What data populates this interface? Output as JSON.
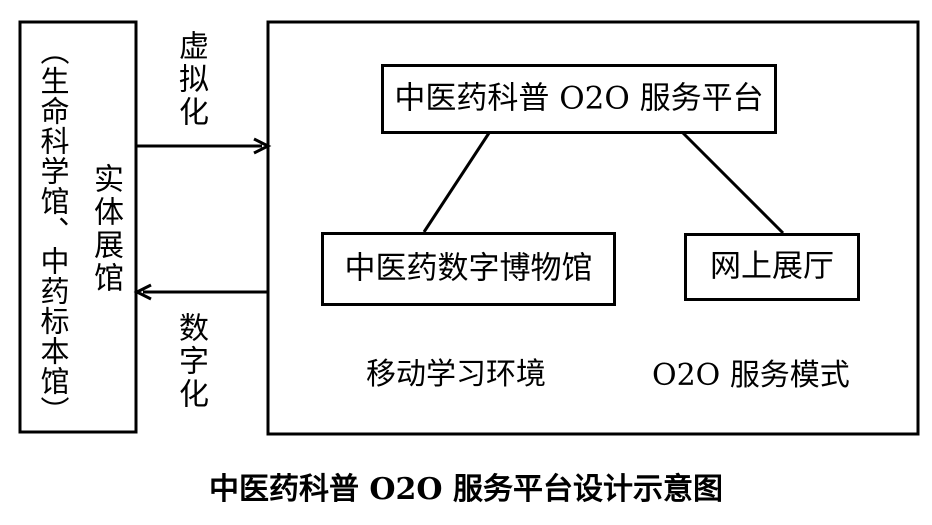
{
  "physical_hall": {
    "title": "实体展馆",
    "subtitle": "（生命科学馆、中药标本馆）"
  },
  "arrows": {
    "to_virtual": "虚拟化",
    "to_physical": "数字化"
  },
  "platform": {
    "top_node": "中医药科普 O2O 服务平台",
    "left_node": "中医药数字博物馆",
    "right_node": "网上展厅",
    "left_caption": "移动学习环境",
    "right_caption": "O2O 服务模式"
  },
  "figure_caption": "中医药科普 O2O 服务平台设计示意图"
}
